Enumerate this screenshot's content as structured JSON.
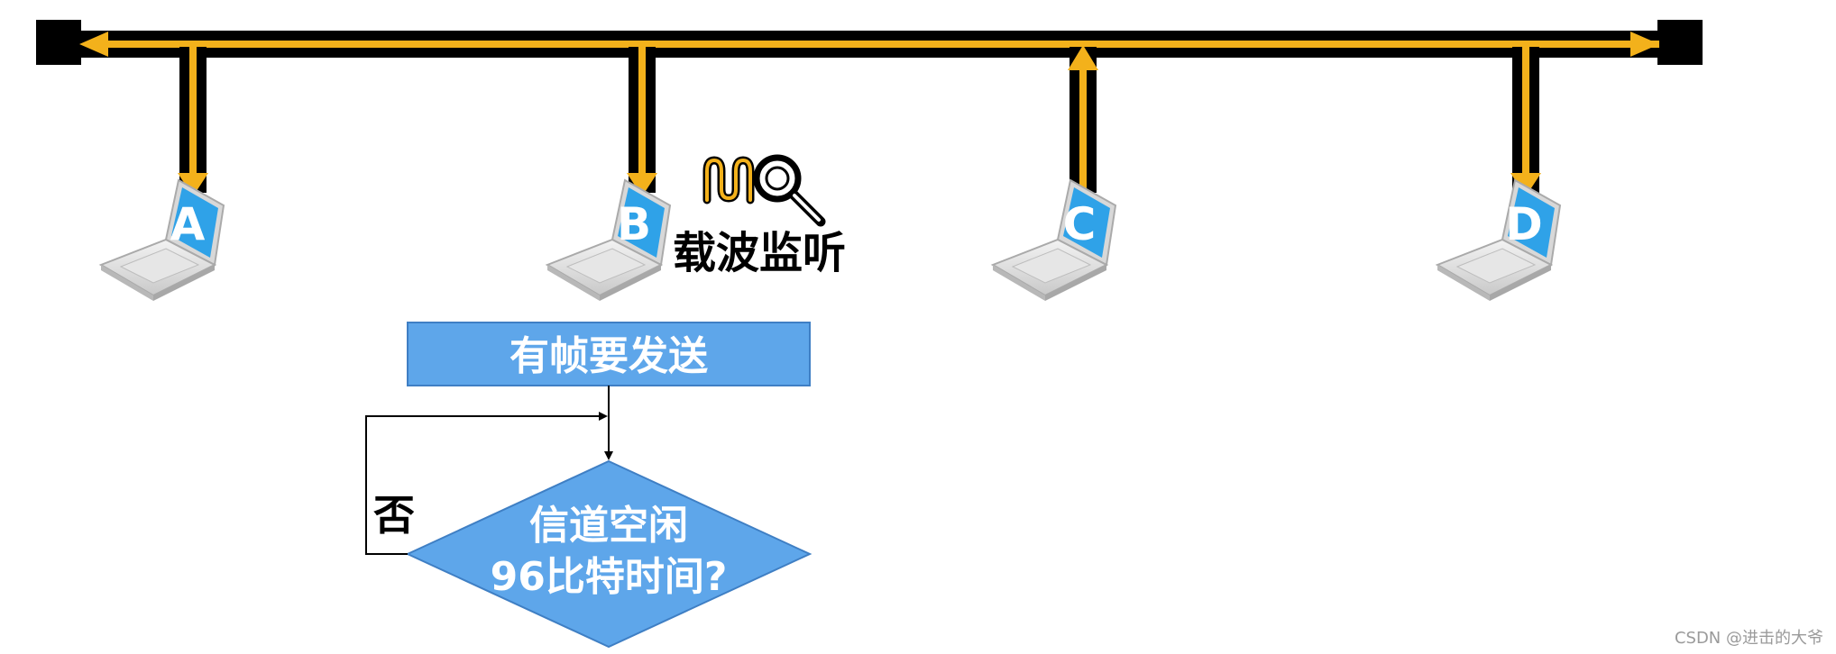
{
  "colors": {
    "bus_outer": "#000000",
    "bus_inner": "#f3b11b",
    "screen": "#2fa2e8",
    "flow_fill": "#5ea6ea",
    "flow_stroke": "#3f7fc4"
  },
  "stations": [
    {
      "label": "A",
      "signal": "down"
    },
    {
      "label": "B",
      "signal": "down"
    },
    {
      "label": "C",
      "signal": "up"
    },
    {
      "label": "D",
      "signal": "down"
    }
  ],
  "carrier_sense": {
    "label": "载波监听",
    "icons": [
      "signal-wave-icon",
      "magnifier-icon"
    ]
  },
  "flowchart": {
    "start_box": "有帧要发送",
    "decision_line1": "信道空闲",
    "decision_line2": "96比特时间?",
    "no_label": "否"
  },
  "watermark": "CSDN @进击的大爷"
}
